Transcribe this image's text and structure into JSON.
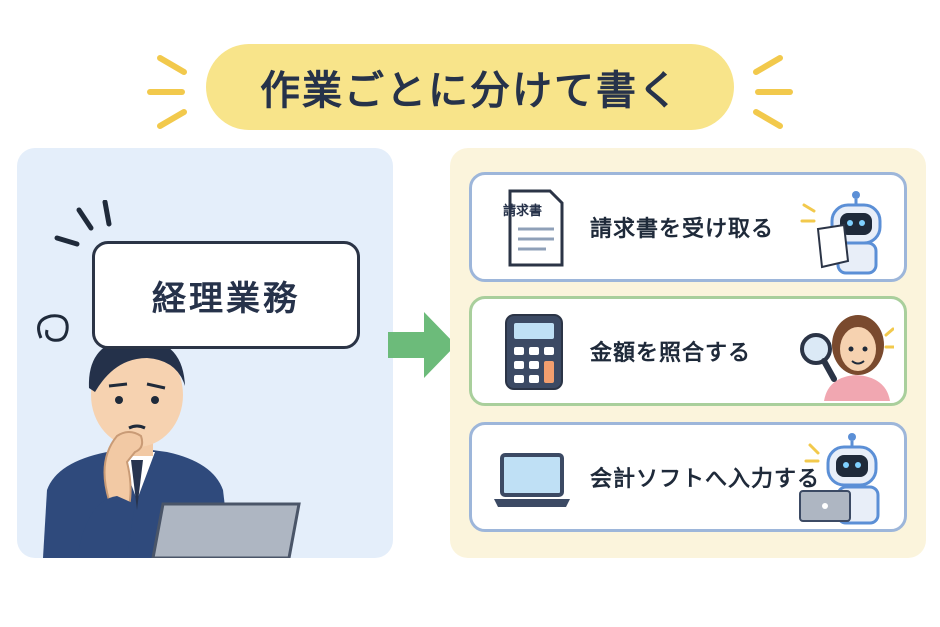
{
  "title": "作業ごとに分けて書く",
  "left": {
    "bubble_label": "経理業務"
  },
  "steps": [
    {
      "label": "請求書を受け取る",
      "icon": "invoice-document-icon",
      "icon_text": "請求書",
      "figure": "robot-holding-paper"
    },
    {
      "label": "金額を照合する",
      "icon": "calculator-icon",
      "figure": "woman-with-magnifier"
    },
    {
      "label": "会計ソフトへ入力する",
      "icon": "laptop-icon",
      "figure": "robot-with-laptop"
    }
  ],
  "colors": {
    "title_bg": "#f8e48a",
    "left_panel_bg": "#e4eefa",
    "right_panel_bg": "#fbf4dc",
    "arrow": "#6cbb7a",
    "step_border_blue": "#9db6da",
    "step_border_green": "#a9cf9c",
    "accent_yellow": "#f2c94c"
  }
}
